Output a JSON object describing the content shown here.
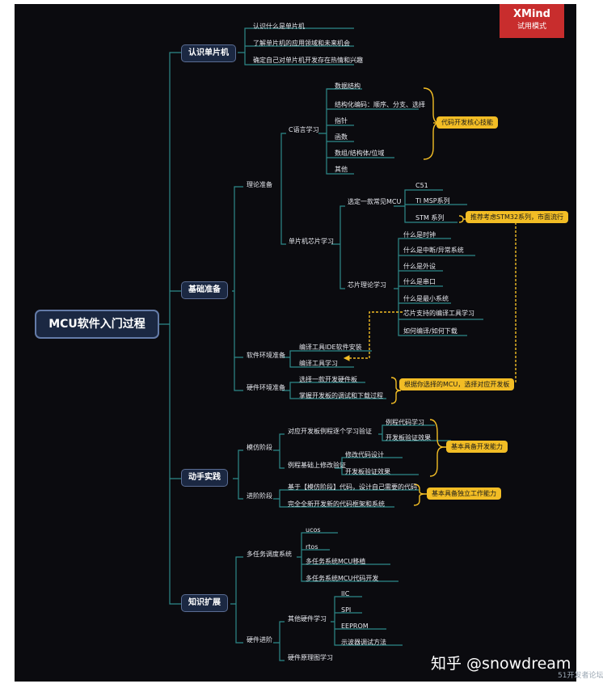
{
  "root": "MCU软件入门过程",
  "badge": {
    "brand": "XMind",
    "mode": "试用模式"
  },
  "watermark": "知乎 @snowdream",
  "watermark_corner": "51开发者论坛",
  "branches": {
    "b1": {
      "title": "认识单片机",
      "items": [
        "认识什么是单片机",
        "了解单片机的应用领域和未来机会",
        "确定自己对单片机开发存在热情和兴趣"
      ]
    },
    "b2": {
      "title": "基础准备",
      "theory": "理论准备",
      "c_study": "C语言学习",
      "c_items": [
        "数据结构",
        "结构化编码：顺序、分支、选择",
        "指针",
        "函数",
        "数组/结构体/位域",
        "其他"
      ],
      "c_note": "代码开发核心技能",
      "chip_study": "单片机芯片学习",
      "choose_mcu": "选定一款常见MCU",
      "mcu_items": [
        "C51",
        "TI MSP系列",
        "STM 系列"
      ],
      "mcu_note": "推荐考虑STM32系列，市面流行",
      "chip_theory": "芯片理论学习",
      "theory_items": [
        "什么是时钟",
        "什么是中断/异常系统",
        "什么是外设",
        "什么是串口",
        "什么是最小系统",
        "芯片支持的编译工具学习",
        "如何编译/如何下载"
      ],
      "sw_env": "软件环境准备",
      "sw_items": [
        "编译工具IDE软件安装",
        "编译工具学习"
      ],
      "hw_env": "硬件环境准备",
      "hw_items": [
        "选择一款开发硬件板",
        "掌握开发板的调试和下载过程"
      ],
      "hw_note": "根据你选择的MCU，选择对应开发板"
    },
    "b3": {
      "title": "动手实践",
      "imitate": "模仿阶段",
      "demo_verify": "对应开发板例程逐个学习验证",
      "demo_items": [
        "例程代码学习",
        "开发板验证效果"
      ],
      "modify": "例程基础上修改验证",
      "modify_items": [
        "修改代码设计",
        "开发板验证效果"
      ],
      "imitate_note": "基本具备开发能力",
      "advance": "进阶阶段",
      "advance_items": [
        "基于【模仿阶段】代码，设计自己需要的代码",
        "完全全新开发新的代码框架和系统"
      ],
      "advance_note": "基本具备独立工作能力"
    },
    "b4": {
      "title": "知识扩展",
      "multitask": "多任务调度系统",
      "multitask_items": [
        "ucos",
        "rtos",
        "多任务系统MCU移植",
        "多任务系统MCU代码开发"
      ],
      "hw_adv": "硬件进阶",
      "other_hw": "其他硬件学习",
      "other_hw_items": [
        "IIC",
        "SPI",
        "EEPROM",
        "示波器调试方法"
      ],
      "hw_principle": "硬件原理图学习"
    }
  }
}
